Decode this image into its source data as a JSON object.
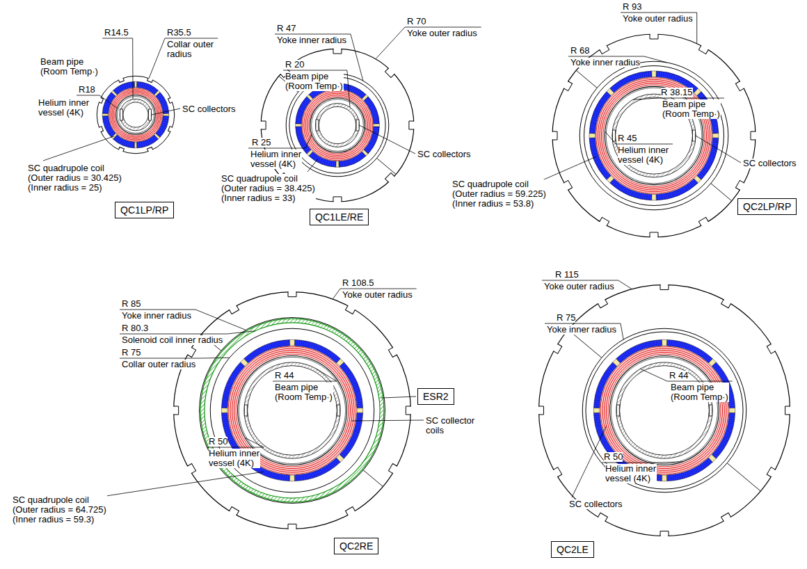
{
  "diagram": {
    "nodes": [
      {
        "text": [
          "QC1LP/RP"
        ]
      },
      {
        "text": [
          "QC1LE/RE"
        ]
      },
      {
        "text": [
          "QC2LP/RP"
        ]
      },
      {
        "text": [
          "ESR2"
        ]
      },
      {
        "text": [
          "QC2RE"
        ]
      },
      {
        "text": [
          "QC2LE"
        ]
      }
    ],
    "labels": [
      "R14.5",
      "R35.5",
      "Collar outer radius",
      "Beam pipe (Room Temp·)",
      "R18",
      "Helium inner vessel (4K)",
      "SC collectors",
      "SC quadrupole coil (Outer radius = 30.425) (Inner radius = 25)",
      "R 47",
      "Yoke inner radius",
      "R 70",
      "Yoke outer radius",
      "R 20",
      "Beam pipe (Room Temp·)",
      "R 25",
      "Helium inner vessel (4K)",
      "SC collectors",
      "SC quadrupole coil (Outer radius = 38.425) (Inner radius = 33)",
      "R 93",
      "Yoke outer radius",
      "R 68",
      "Yoke inner radius",
      "R 38.15",
      "Beam pipe (Room Temp·)",
      "R 45",
      "Helium inner vessel (4K)",
      "SC collectors",
      "SC quadrupole coil (Outer radius = 59.225) (Inner radius = 53.8)",
      "R 85",
      "Yoke inner radius",
      "R 80.3",
      "Solenoid coil inner radius",
      "R 75",
      "Collar outer radius",
      "R 108.5",
      "Yoke outer radius",
      "R 44",
      "Beam pipe (Room Temp·)",
      "R 50",
      "Helium inner vessel (4K)",
      "SC collector coils",
      "SC quadrupole coil (Outer radius = 64.725) (Inner radius = 59.3)",
      "R 115",
      "Yoke outer radius",
      "R 75",
      "Yoke inner radius",
      "R 44",
      "Beam pipe (Room Temp·)",
      "R 50",
      "Helium inner vessel (4K)",
      "SC collectors"
    ]
  }
}
